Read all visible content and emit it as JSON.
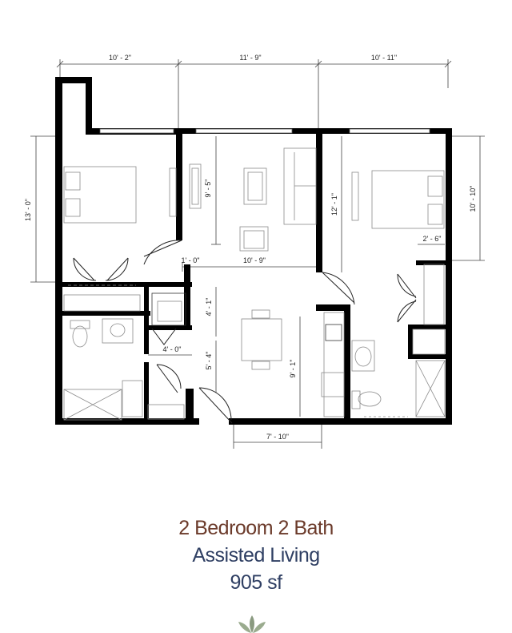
{
  "dimensions": {
    "top": [
      "10' - 2\"",
      "11' - 9\"",
      "10' - 11\""
    ],
    "left_height": "13' - 0\"",
    "right_height": "10' - 10\"",
    "living_height": "9' - 5\"",
    "bedroom2_height": "12' - 1\"",
    "hall_width": "1' - 0\"",
    "living_width": "10' - 9\"",
    "closet_width": "2' - 6\"",
    "laundry_height": "4' - 1\"",
    "laundry_width": "4' - 0\"",
    "entry_height": "5' - 4\"",
    "dining_height": "9' - 1\"",
    "bottom": "7' - 10\""
  },
  "caption": {
    "line1": "2 Bedroom 2 Bath",
    "line2": "Assisted Living",
    "line3": "905 sf"
  },
  "colors": {
    "line1": "#6b3a2a",
    "line2": "#2f3f63",
    "line3": "#2f3f63",
    "wall": "#000000",
    "fixture": "#8a8a8a",
    "logo": "#8a9a80"
  }
}
